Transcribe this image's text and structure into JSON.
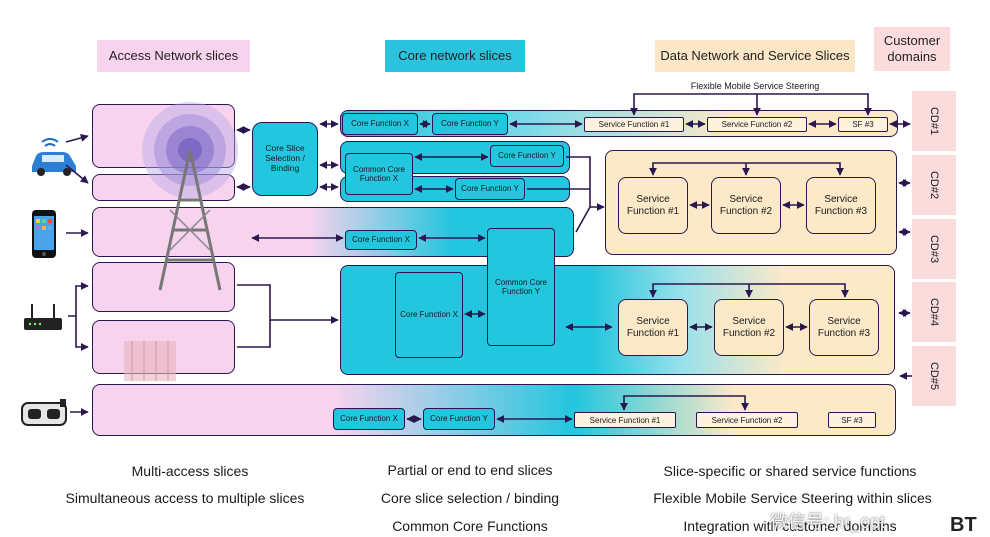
{
  "headers": {
    "access": "Access Network slices",
    "core": "Core network slices",
    "data": "Data Network and Service Slices",
    "customer": "Customer domains"
  },
  "steering_label": "Flexible Mobile Service Steering",
  "core_slice_selection": "Core Slice Selection / Binding",
  "core_functions": {
    "cfx": "Core Function X",
    "cfy": "Core Function Y",
    "ccfx": "Common Core Function X",
    "ccfy": "Common Core Function Y"
  },
  "service_functions": {
    "sf1_full": "Service Function #1",
    "sf2_full": "Service Function #2",
    "sf3_short": "SF #3",
    "sf1_big": "Service Function #1",
    "sf2_big": "Service Function #2",
    "sf3_big": "Service Function #3"
  },
  "customer_domains": [
    "CD#1",
    "CD#2",
    "CD#3",
    "CD#4",
    "CD#5"
  ],
  "bullets": {
    "access": [
      "Multi-access slices",
      "Simultaneous access to multiple slices"
    ],
    "core": [
      "Partial or end to end slices",
      "Core slice selection / binding",
      "Common Core Functions"
    ],
    "data": [
      "Slice-specific or shared service functions",
      "Flexible Mobile Service Steering within slices",
      "Integration with customer domains"
    ]
  },
  "watermark": "微信号: hr_opt",
  "logo": "BT",
  "colors": {
    "access_pink": "#f7d3ee",
    "core_cyan": "#22c6de",
    "service_beige": "#fce9c8",
    "customer_pink": "#fbdcdc",
    "line": "#2b1750"
  },
  "icons": [
    "connected-car-icon",
    "smartphone-icon",
    "wifi-router-icon",
    "vr-headset-icon",
    "cell-tower-icon"
  ]
}
